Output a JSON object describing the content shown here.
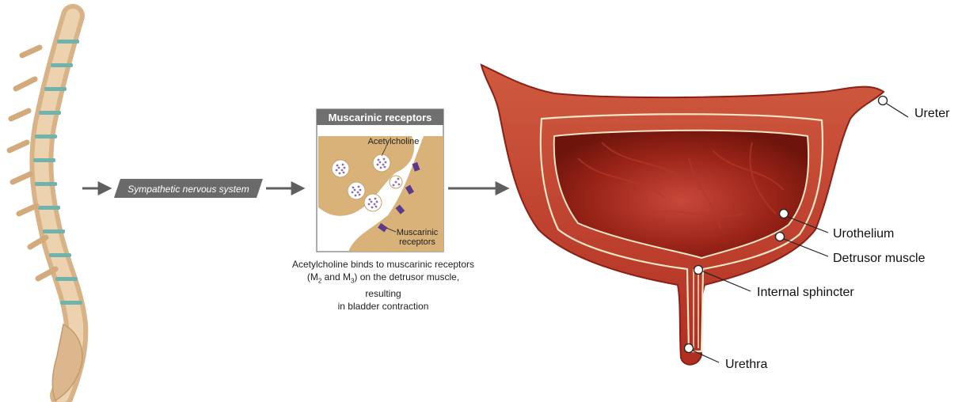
{
  "flow": {
    "nerve_label": "Sympathetic nervous system"
  },
  "inset": {
    "title": "Muscarinic receptors",
    "neurotransmitter_label": "Acetylcholine",
    "receptor_label_line1": "Muscarinic",
    "receptor_label_line2": "receptors"
  },
  "caption": {
    "line1": "Acetylcholine binds to muscarinic receptors",
    "m_open": "(M",
    "sub_2": "2",
    "and_m": " and M",
    "sub_3": "3",
    "line2_rest": ") on the detrusor muscle, resulting",
    "line3": "in bladder contraction"
  },
  "bladder_labels": {
    "ureter": "Ureter",
    "urothelium": "Urothelium",
    "detrusor": "Detrusor muscle",
    "sphincter": "Internal sphincter",
    "urethra": "Urethra"
  },
  "colors": {
    "arrow": "#5f5f5f",
    "nerve_box": "#6a6a6a",
    "inset_title_bg": "#707070",
    "synapse_tan": "#d9b27a",
    "vesicle_dots": "#8a6fb0",
    "receptor": "#5b3a86",
    "bone": "#e5c39a",
    "disc": "#6fb3ad",
    "bladder_wall": "#b8352a",
    "bladder_lumen": "#8c1e14",
    "lining": "#f1e6c6"
  }
}
